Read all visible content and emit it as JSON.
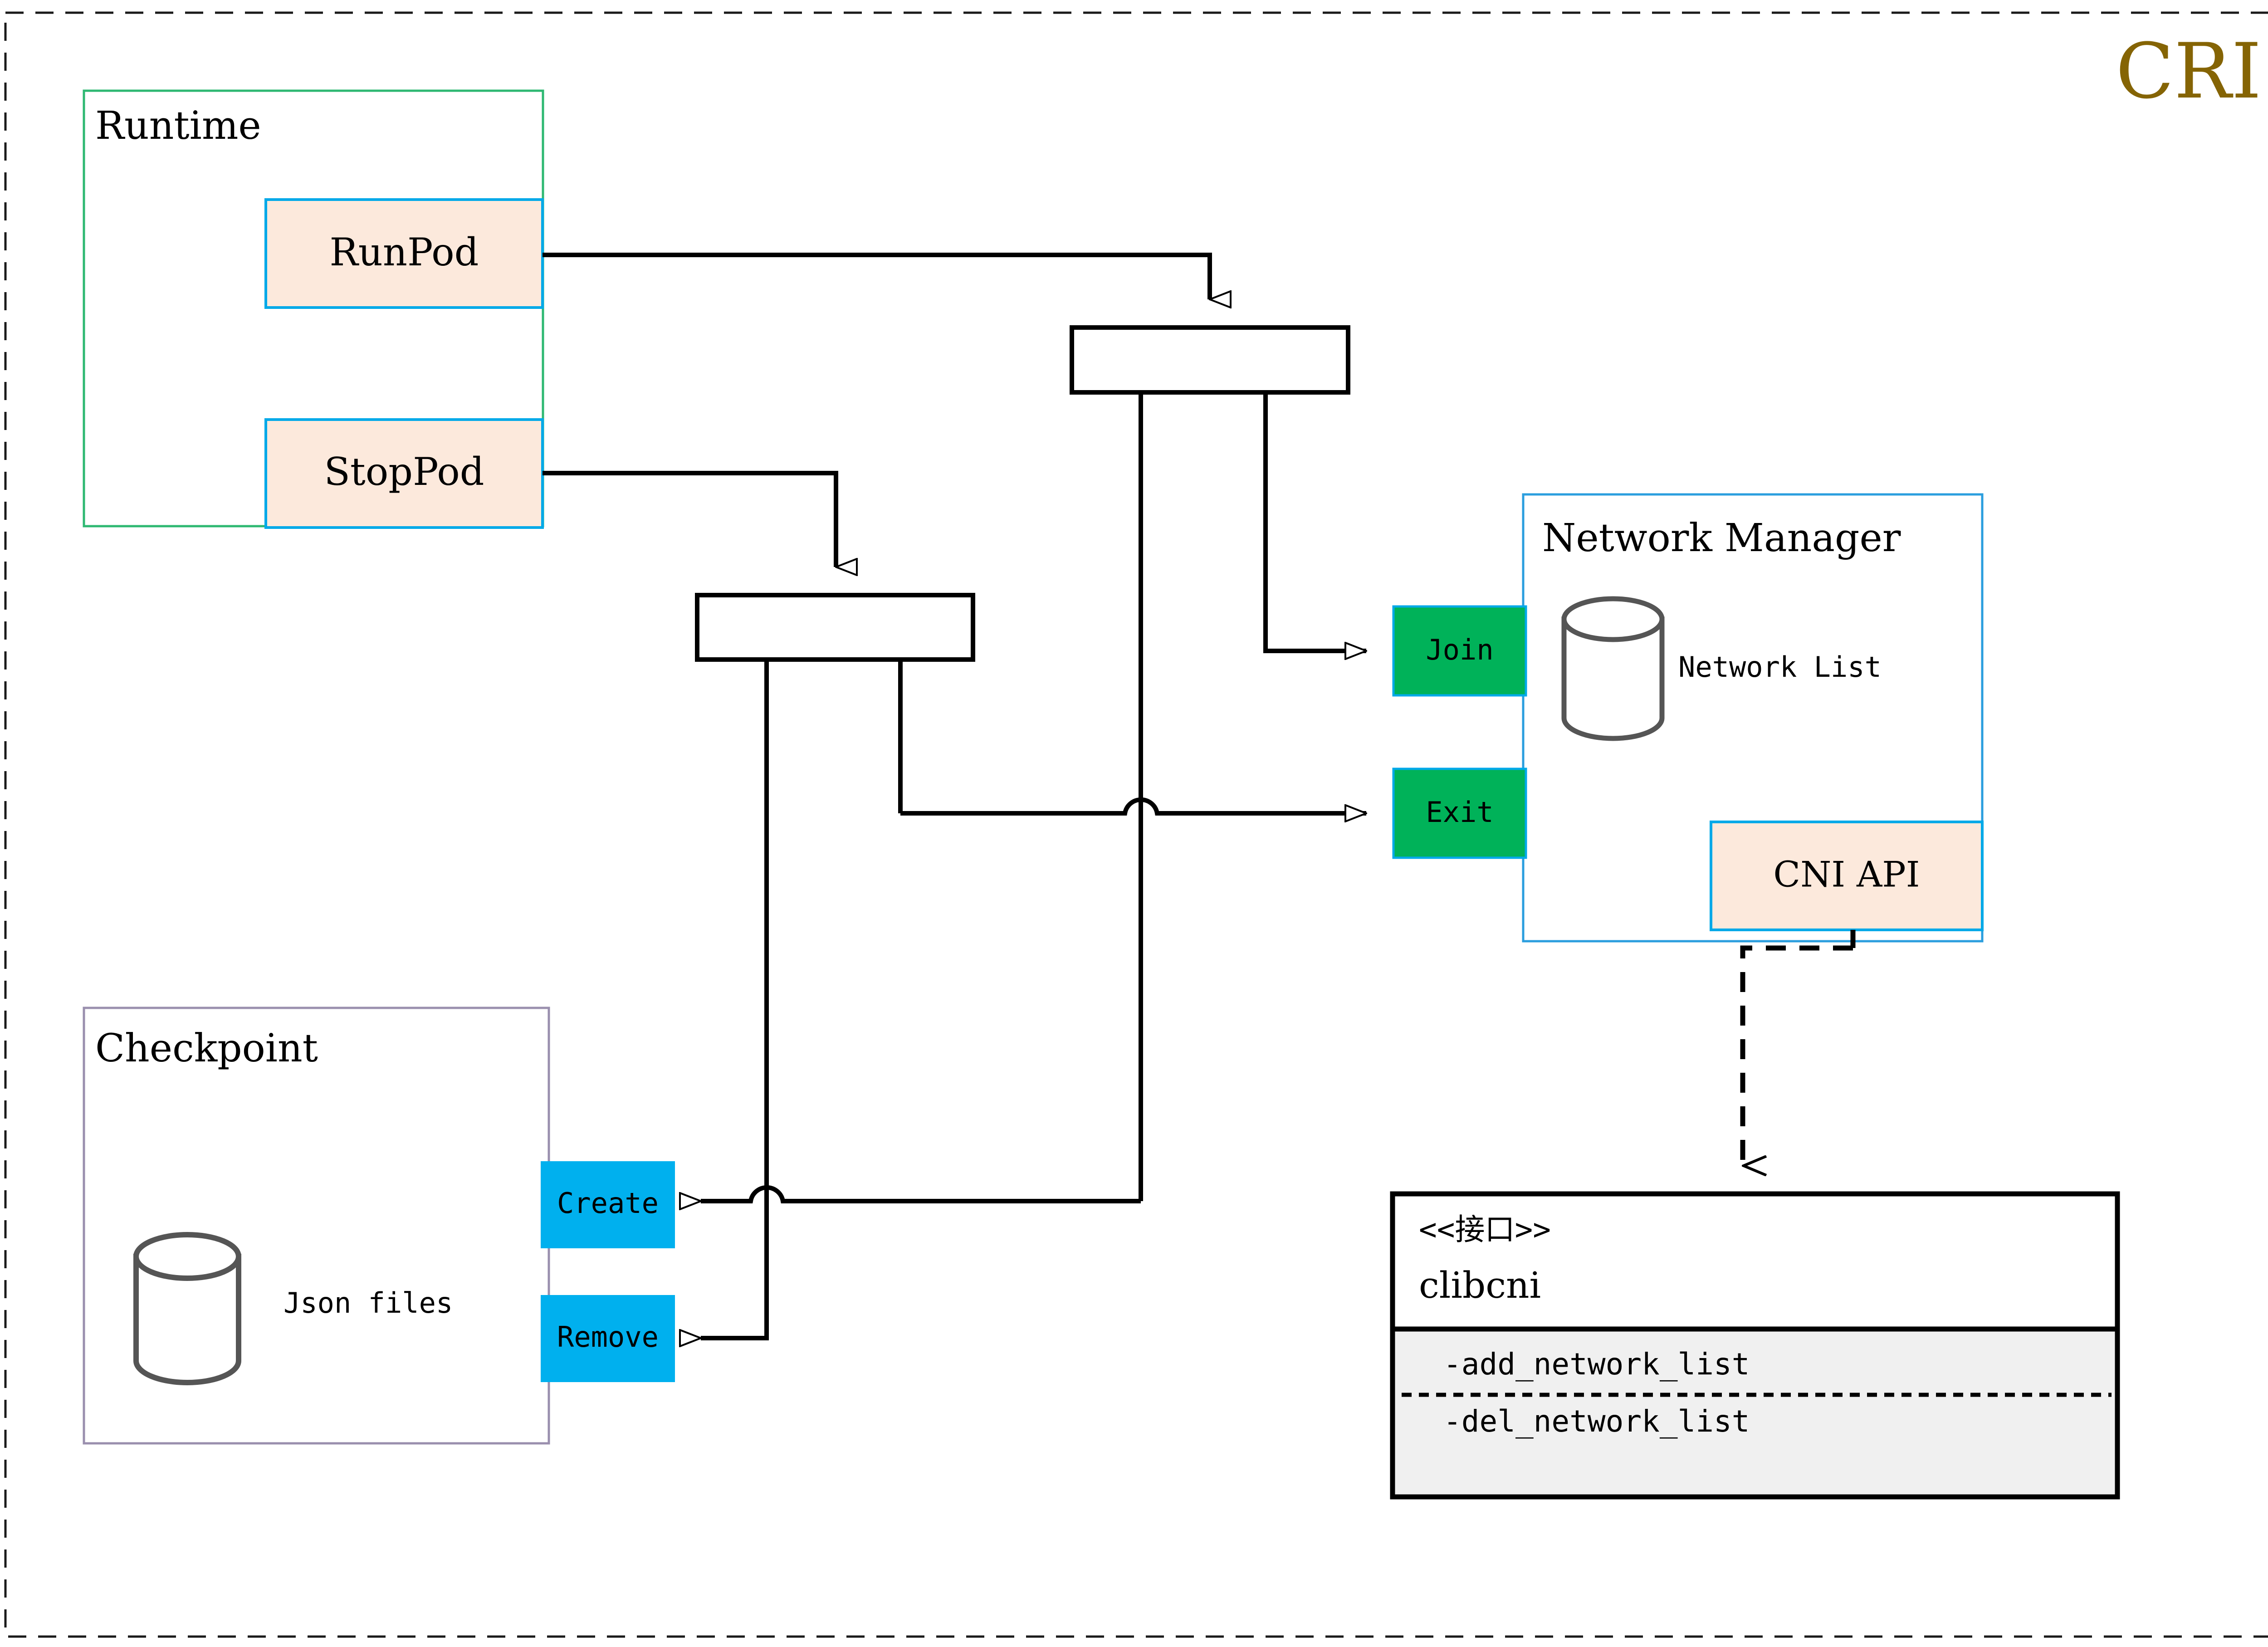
{
  "diagram": {
    "title": "CRI",
    "title_color": "#8a6d0b",
    "outer_border_style": "dashed"
  },
  "palette": {
    "peach_fill": "#fce9dc",
    "blue_border": "#00a9e8",
    "green_border": "#2eb872",
    "purple_border": "#9a8fae",
    "green_fill": "#00b259",
    "cyan_fill": "#00b0ee",
    "gray_fill": "#f0f0f0",
    "cylinder_stroke": "#555555",
    "line_color": "#000000"
  },
  "groups": {
    "runtime": {
      "label": "Runtime",
      "items": [
        {
          "label": "RunPod",
          "name": "runpod-box"
        },
        {
          "label": "StopPod",
          "name": "stoppod-box"
        }
      ]
    },
    "checkpoint": {
      "label": "Checkpoint",
      "store_label": "Json files",
      "items": [
        {
          "label": "Create",
          "name": "create-box"
        },
        {
          "label": "Remove",
          "name": "remove-box"
        }
      ]
    },
    "network_manager": {
      "label": "Network Manager",
      "store_label": "Network List",
      "api_label": "CNI API",
      "ports": [
        {
          "label": "Join",
          "name": "join-box"
        },
        {
          "label": "Exit",
          "name": "exit-box"
        }
      ]
    },
    "interface": {
      "stereotype": "<<接口>>",
      "name": "clibcni",
      "methods": [
        "-add_network_list",
        "-del_network_list"
      ]
    }
  },
  "connectors": {
    "runpod_to_junction": "RunPod -> upper junction",
    "stoppod_to_junction": "StopPod -> lower junction",
    "junction_to_join": "upper junction -> Join",
    "junction_to_exit": "upper junction -> Exit",
    "junction_to_create": "lower junction -> Create",
    "junction_to_remove": "lower junction -> Remove",
    "cniapi_to_clibcni": "CNI API ..> clibcni"
  }
}
